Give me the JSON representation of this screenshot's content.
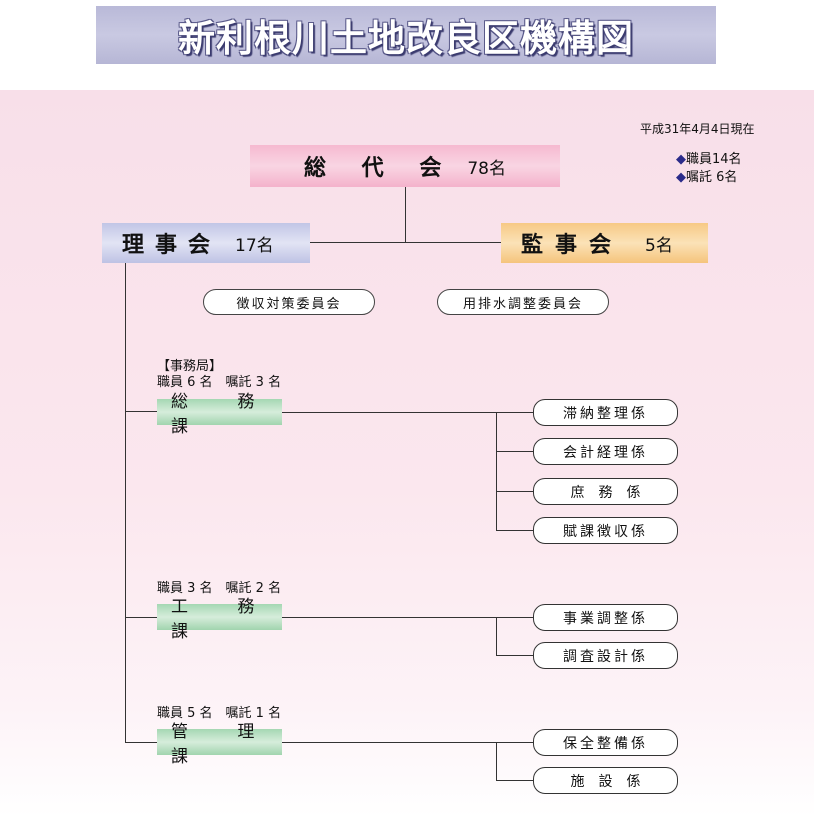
{
  "title": "新利根川土地改良区機構図",
  "as_of": "平成31年4月4日現在",
  "staff_summary": [
    {
      "marker": "◆",
      "text": "職員14名"
    },
    {
      "marker": "◆",
      "text": "嘱託 6名"
    }
  ],
  "general_assembly": {
    "name": "総 代 会",
    "count": "78名"
  },
  "board": {
    "name": "理事会",
    "count": "17名"
  },
  "auditors": {
    "name": "監事会",
    "count": "5名"
  },
  "committees": [
    "徴収対策委員会",
    "用排水調整委員会"
  ],
  "secretariat_label": "【事務局】",
  "departments": [
    {
      "staff": "職員 6 名　嘱託 3 名",
      "name": "総 務 課",
      "sections": [
        "滞納整理係",
        "会計経理係",
        "庶　務　係",
        "賦課徴収係"
      ]
    },
    {
      "staff": "職員 3 名　嘱託 2 名",
      "name": "工 務 課",
      "sections": [
        "事業調整係",
        "調査設計係"
      ]
    },
    {
      "staff": "職員 5 名　嘱託 1 名",
      "name": "管 理 課",
      "sections": [
        "保全整備係",
        "施　設　係"
      ]
    }
  ]
}
